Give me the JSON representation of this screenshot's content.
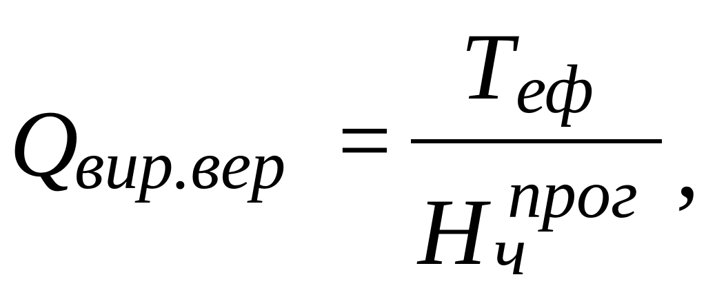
{
  "formula": {
    "lhs_symbol": "Q",
    "lhs_subscript": "вир.вер",
    "equals": "=",
    "numerator_symbol": "T",
    "numerator_subscript": "еф",
    "denominator_symbol": "H",
    "denominator_superscript": "прог",
    "denominator_subscript": "ч",
    "trailing": ","
  }
}
